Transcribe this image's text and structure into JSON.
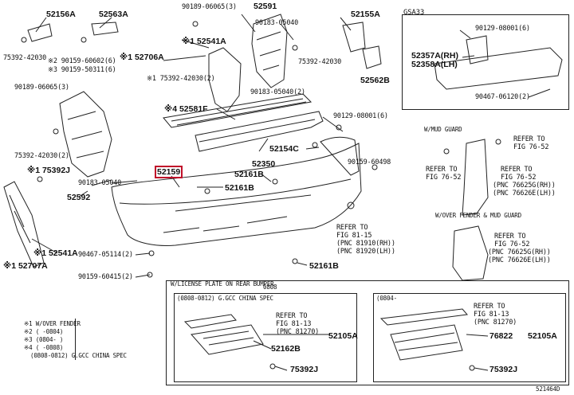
{
  "diagram": {
    "footer_code": "521464D",
    "parts_main": {
      "p52156A": "52156A",
      "p52563A": "52563A",
      "p75392_42030_left": "75392-42030",
      "p90159_60602": "※2 90159-60602(6)",
      "p90159_50311": "※3 90159-50311(6)",
      "p52706A": "※1 52706A",
      "p90189_06065_top": "90189-06065(3)",
      "p52591": "52591",
      "p90183_05040_top": "90183-05040",
      "p52155A": "52155A",
      "p52541A_top": "※1 52541A",
      "p75392_42030_mid": "75392-42030",
      "p52562B": "52562B",
      "p90189_06065_left": "90189-06065(3)",
      "p75392_42030_2": "※1 75392-42030(2)",
      "p90183_05040_2": "90183-05040(2)",
      "p52581F": "※4 52581F",
      "p90129_08001_6": "90129-08001(6)",
      "p75392_42030_3": "75392-42030(2)",
      "p52154C": "52154C",
      "p90159_60498": "90159-60498",
      "p175392J": "※1 75392J",
      "p52350": "52350",
      "p52159": "52159",
      "p52161B_a": "52161B",
      "p52161B_b": "52161B",
      "p90183_05040_left": "90183-05040",
      "p52592": "52592",
      "p52541A_bottom": "※1 52541A",
      "p152707A": "※1 52707A",
      "p90467_05114": "90467-05114(2)",
      "p90159_60415": "90159-60415(2)",
      "p52161B_c": "52161B"
    },
    "refer_main": {
      "line1": "REFER TO",
      "line2": "FIG 81-15",
      "line3": "(PNC 81910(RH))",
      "line4": "(PNC 81920(LH))"
    },
    "inset_gsa33": {
      "title": "GSA33",
      "p90129_08001": "90129-08001(6)",
      "p52357A": "52357A(RH)",
      "p52358A": "52358A(LH)",
      "p90467_06120": "90467-06120(2)"
    },
    "inset_mud_guard": {
      "title": "W/MUD GUARD",
      "refer_top_1": "REFER TO",
      "refer_top_2": "FIG 76-52",
      "refer_left_1": "REFER TO",
      "refer_left_2": "FIG 76-52",
      "refer_right_1": "REFER TO",
      "refer_right_2": "FIG 76-52",
      "pnc_1": "(PNC 76625G(RH))",
      "pnc_2": "(PNC 76626E(LH))"
    },
    "inset_over_fender": {
      "title": "W/OVER FENDER & MUD GUARD",
      "refer_1": "REFER TO",
      "refer_2": "FIG 76-52",
      "pnc_1": "(PNC 76625G(RH))",
      "pnc_2": "(PNC 76626E(LH))"
    },
    "inset_license": {
      "title": "W/LICENSE PLATE ON REAR BUMPER",
      "code_top": "0808",
      "sub_left_title": "(0808-0812) G.GCC CHINA SPEC",
      "sub_right_title": "(0804-",
      "left_refer_1": "REFER TO",
      "left_refer_2": "FIG 81-13",
      "left_refer_3": "(PNC 81270)",
      "left_p52162B": "52162B",
      "left_p52105A": "52105A",
      "left_p75392J": "75392J",
      "right_refer_1": "REFER TO",
      "right_refer_2": "FIG 81-13",
      "right_refer_3": "(PNC 81270)",
      "right_p76822": "76822",
      "right_p52105A": "52105A",
      "right_p75392J": "75392J"
    },
    "legend": {
      "line1": "※1 W/OVER FENDER",
      "line2": "※2 (      -0804)",
      "line3": "※3 (0804-        )",
      "line4": "※4 (      -0808)",
      "line5": "(0808-0812) G.GCC CHINA SPEC"
    }
  }
}
